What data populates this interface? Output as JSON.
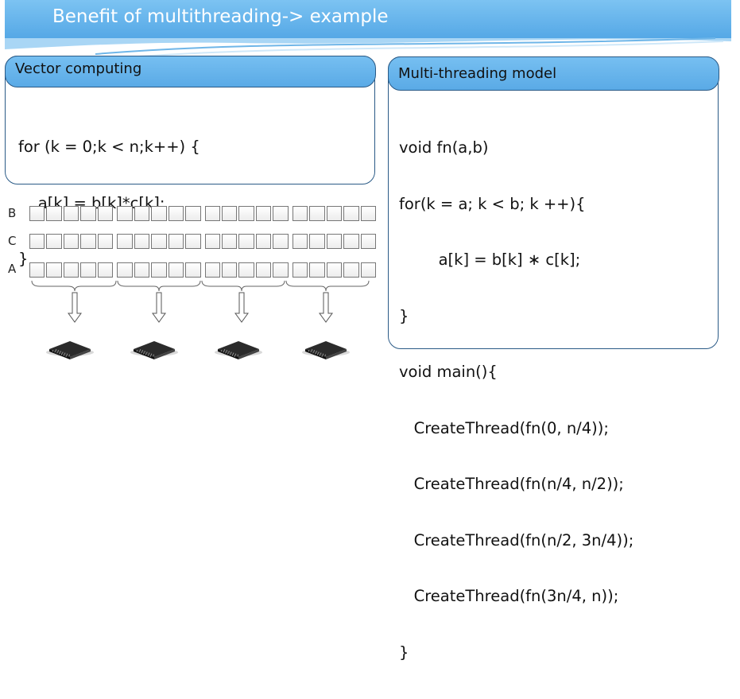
{
  "slide": {
    "title": "Benefit of multithreading-> example"
  },
  "left_panel": {
    "header": "Vector computing",
    "code": [
      "for (k = 0;k < n;k++) {",
      "    a[k] = b[k]*c[k];",
      "}"
    ]
  },
  "right_panel": {
    "header": "Multi-threading model",
    "code": [
      "void fn(a,b)",
      "for(k = a; k < b; k ++){",
      "        a[k] = b[k] ∗ c[k];",
      "}",
      "void main(){",
      "   CreateThread(fn(0, n/4));",
      "   CreateThread(fn(n/4, n/2));",
      "   CreateThread(fn(n/2, 3n/4));",
      "   CreateThread(fn(3n/4, n));",
      "}"
    ]
  },
  "arrays": {
    "labels": [
      "B",
      "C",
      "A"
    ],
    "cells_per_row": 20,
    "groups": 4
  },
  "icons": {
    "processor": "cpu-chip-icon",
    "arrow": "down-arrow-icon"
  },
  "colors": {
    "header_blue": "#62b1ea",
    "panel_border": "#2a5a86",
    "panel_header": "#6bb7ee"
  }
}
